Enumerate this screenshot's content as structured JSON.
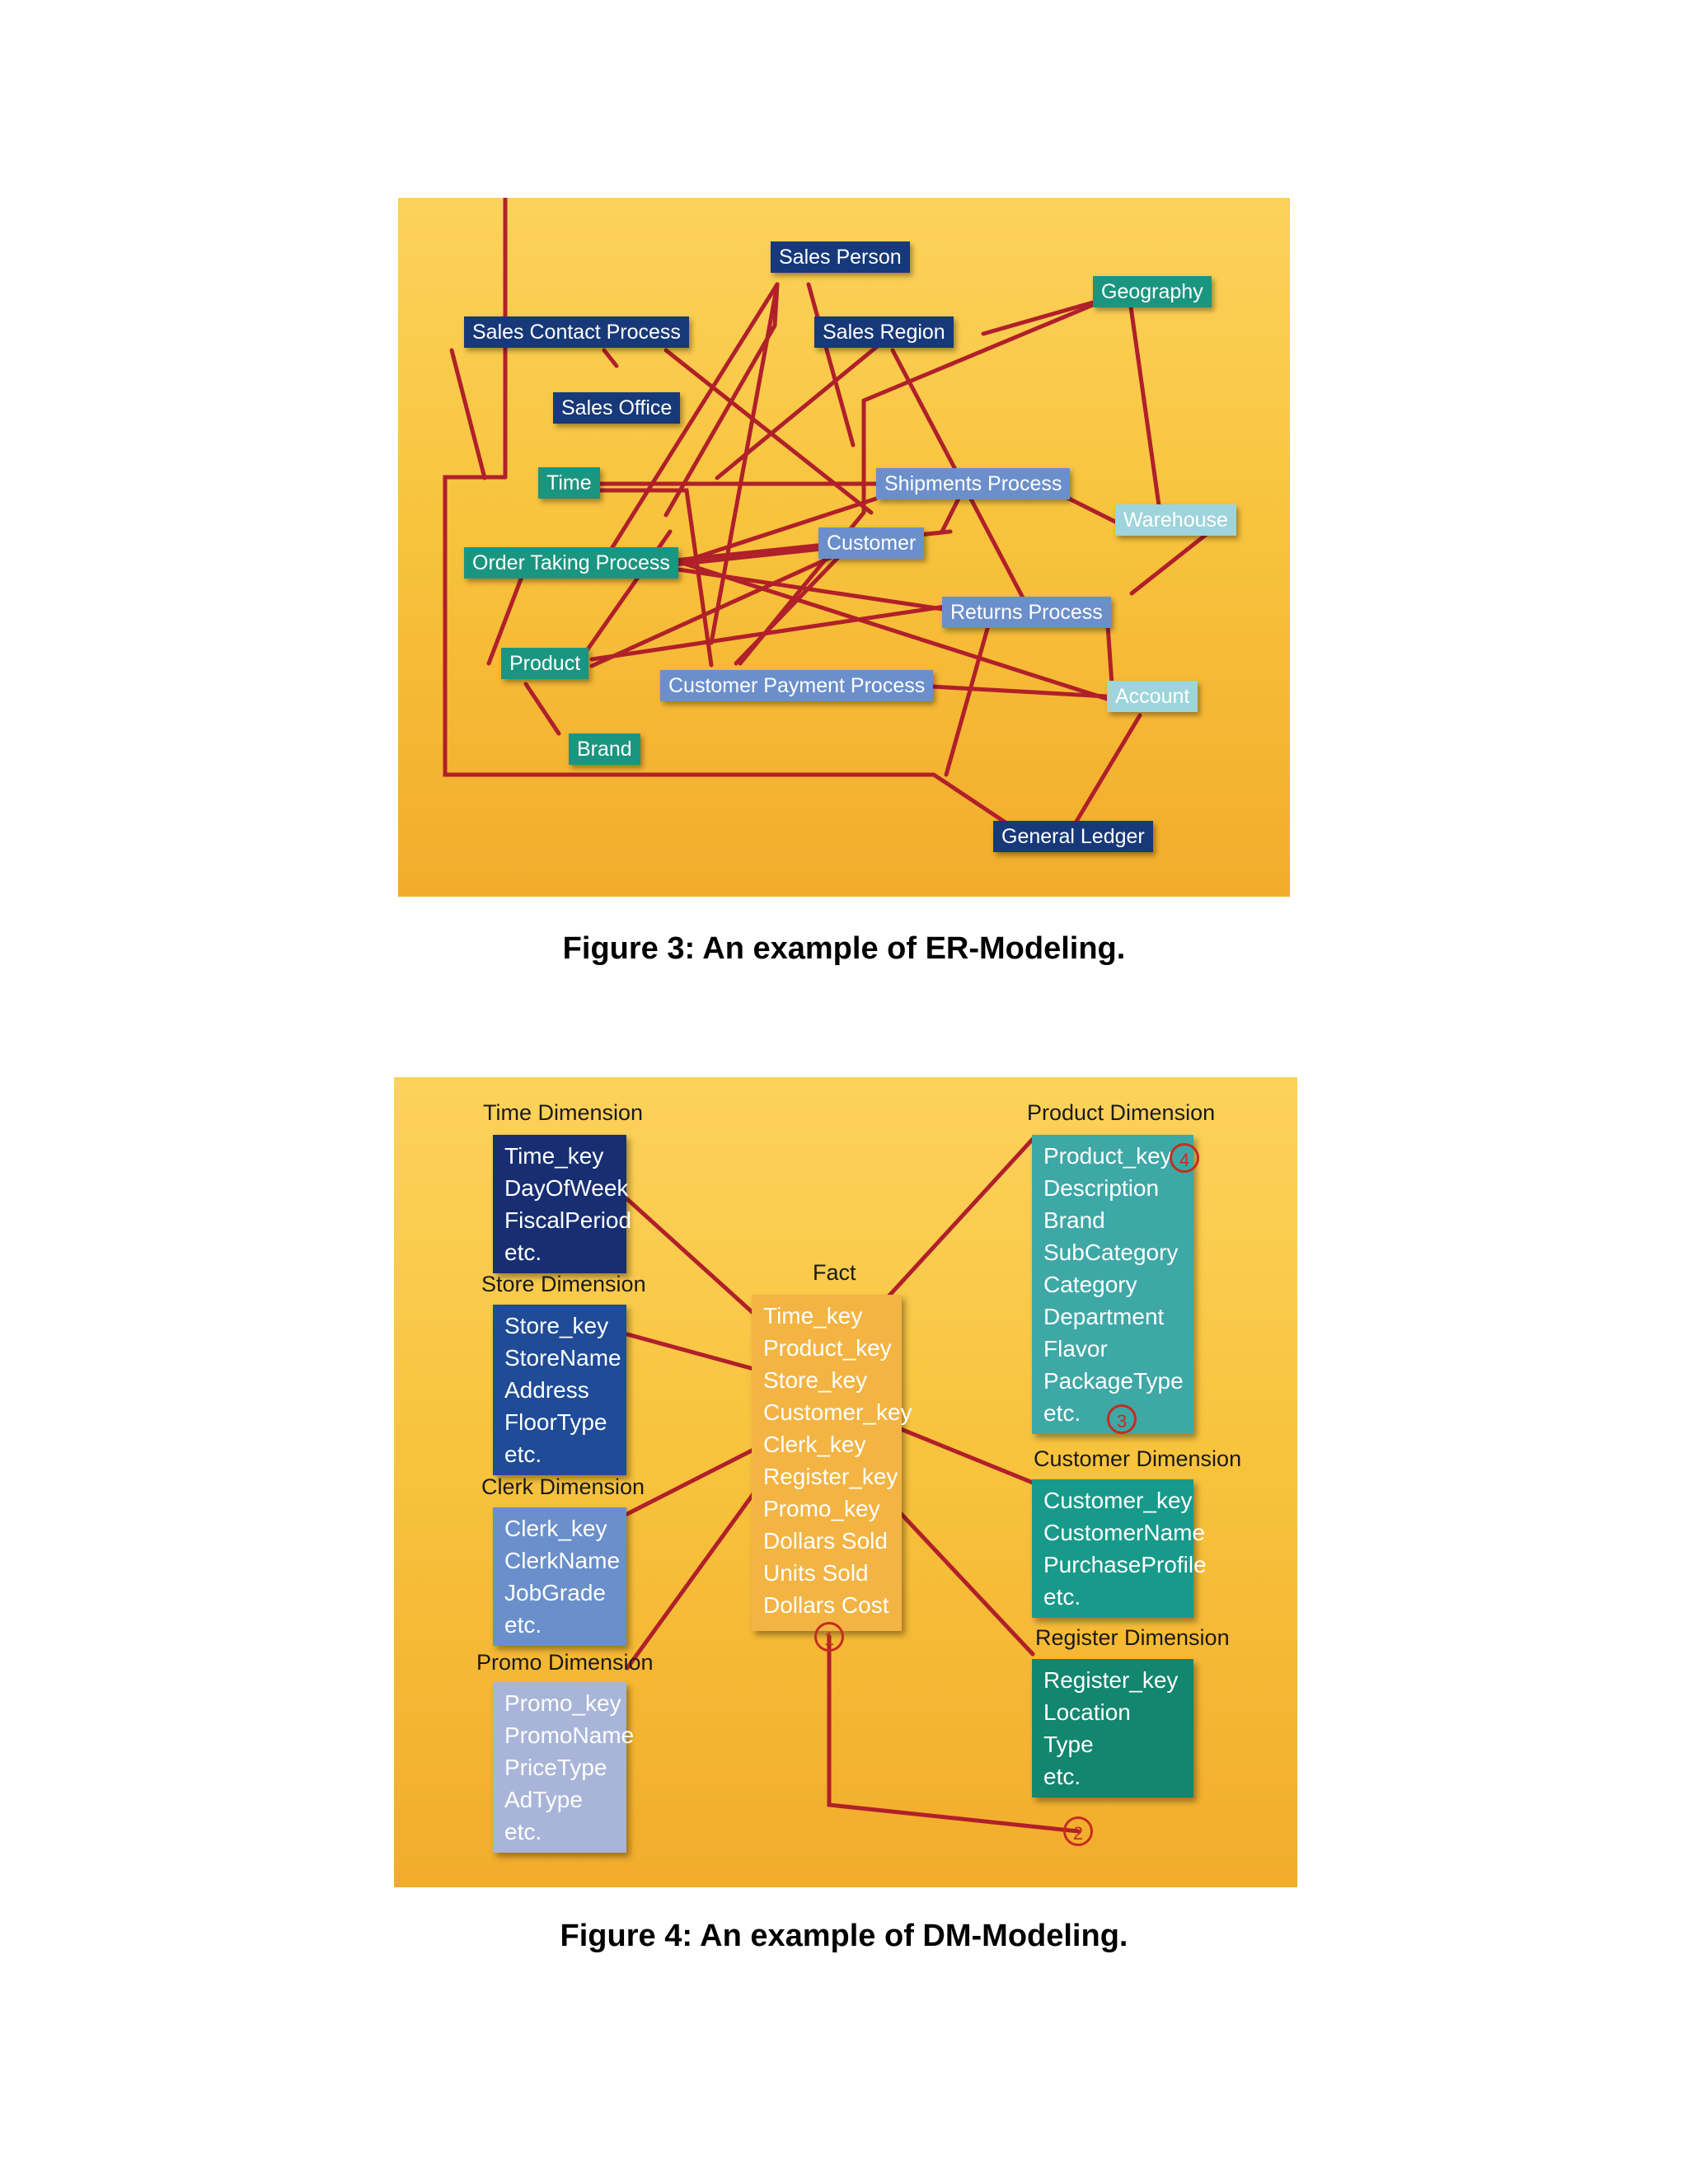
{
  "figure3": {
    "caption": "Figure 3: An example of ER-Modeling.",
    "nodes": {
      "sales_person": "Sales Person",
      "geography": "Geography",
      "sales_contact_process": "Sales Contact Process",
      "sales_region": "Sales Region",
      "sales_office": "Sales Office",
      "time": "Time",
      "shipments_process": "Shipments Process",
      "warehouse": "Warehouse",
      "order_taking_process": "Order Taking Process",
      "customer": "Customer",
      "returns_process": "Returns Process",
      "product": "Product",
      "customer_payment_process": "Customer Payment Process",
      "account": "Account",
      "brand": "Brand",
      "general_ledger": "General Ledger"
    },
    "colors": {
      "navy": "#17397a",
      "teal": "#1a9580",
      "blue": "#6b8fcb",
      "light_blue": "#9ed4db",
      "line": "#b0202a"
    }
  },
  "figure4": {
    "caption": "Figure 4: An example of DM-Modeling.",
    "time_dimension": {
      "title": "Time Dimension",
      "fields": [
        "Time_key",
        "DayOfWeek",
        "FiscalPeriod",
        "etc."
      ]
    },
    "store_dimension": {
      "title": "Store Dimension",
      "fields": [
        "Store_key",
        "StoreName",
        "Address",
        "FloorType",
        "etc."
      ]
    },
    "clerk_dimension": {
      "title": "Clerk Dimension",
      "fields": [
        "Clerk_key",
        "ClerkName",
        "JobGrade",
        "etc."
      ]
    },
    "promo_dimension": {
      "title": "Promo Dimension",
      "fields": [
        "Promo_key",
        "PromoName",
        "PriceType",
        "AdType",
        "etc."
      ]
    },
    "fact": {
      "title": "Fact",
      "fields": [
        "Time_key",
        "Product_key",
        "Store_key",
        "Customer_key",
        "Clerk_key",
        "Register_key",
        "Promo_key",
        "Dollars Sold",
        "Units Sold",
        "Dollars Cost"
      ]
    },
    "product_dimension": {
      "title": "Product Dimension",
      "fields": [
        "Product_key",
        "Description",
        "Brand",
        "SubCategory",
        "Category",
        "Department",
        "Flavor",
        "PackageType",
        "etc."
      ]
    },
    "customer_dimension": {
      "title": "Customer Dimension",
      "fields": [
        "Customer_key",
        "CustomerName",
        "PurchaseProfile",
        "etc."
      ]
    },
    "register_dimension": {
      "title": "Register Dimension",
      "fields": [
        "Register_key",
        "Location",
        "Type",
        "etc."
      ]
    },
    "markers": [
      "1",
      "2",
      "3",
      "4"
    ],
    "colors": {
      "time": "#172e73",
      "store": "#1f4b97",
      "clerk": "#6a8fcb",
      "promo": "#a9b5d8",
      "fact": "#f3b443",
      "product": "#3ea8a6",
      "customer": "#179a8a",
      "register": "#12866e",
      "line": "#b0202a"
    }
  }
}
